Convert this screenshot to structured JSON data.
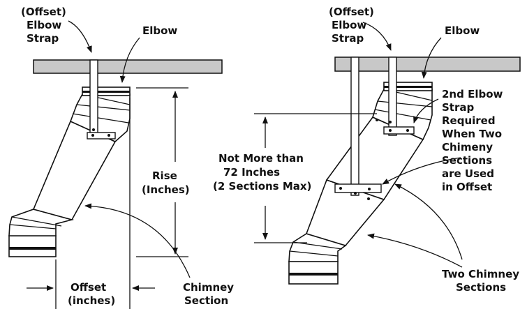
{
  "colors": {
    "ceiling": "#c8c8c8",
    "line": "#111111",
    "band": "#111111",
    "background": "#ffffff"
  },
  "left": {
    "offset_elbow_strap": [
      "(Offset)",
      "Elbow",
      "Strap"
    ],
    "elbow": "Elbow",
    "rise": [
      "Rise",
      "(Inches)"
    ],
    "offset_inches": [
      "Offset",
      "(inches)"
    ],
    "chimney_section": [
      "Chimney",
      "Section"
    ]
  },
  "right": {
    "offset_elbow_strap": [
      "(Offset)",
      "Elbow",
      "Strap"
    ],
    "elbow": "Elbow",
    "max_length": [
      "Not More than",
      "72 Inches",
      "(2 Sections Max)"
    ],
    "second_strap_note": [
      "2nd Elbow",
      "Strap",
      "Required",
      "When Two",
      "Chimeny",
      "Sections",
      "are Used",
      "in Offset"
    ],
    "two_chimney_sections": [
      "Two Chimney",
      "Sections"
    ]
  }
}
